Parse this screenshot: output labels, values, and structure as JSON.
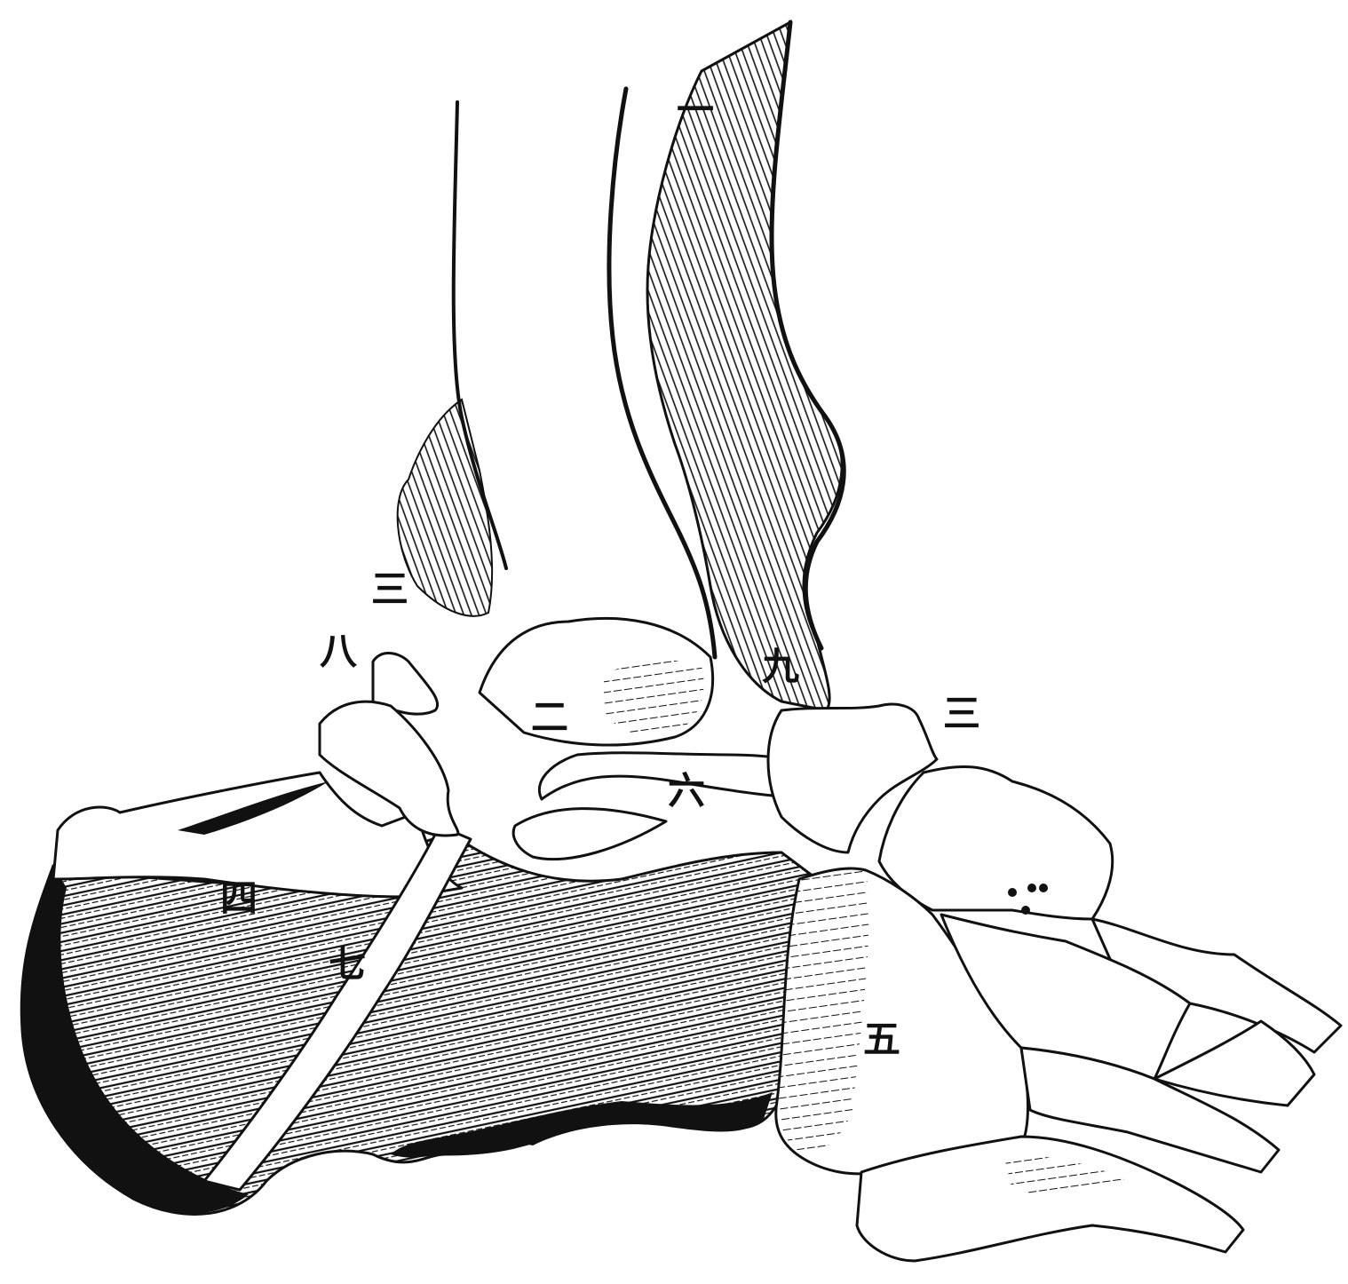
{
  "figure": {
    "labels": {
      "l1": "一",
      "l2": "二",
      "l3a": "三",
      "l3b": "三",
      "l4": "四",
      "l5": "五",
      "l6": "六",
      "l7": "七",
      "l8": "八",
      "l9": "九"
    }
  }
}
